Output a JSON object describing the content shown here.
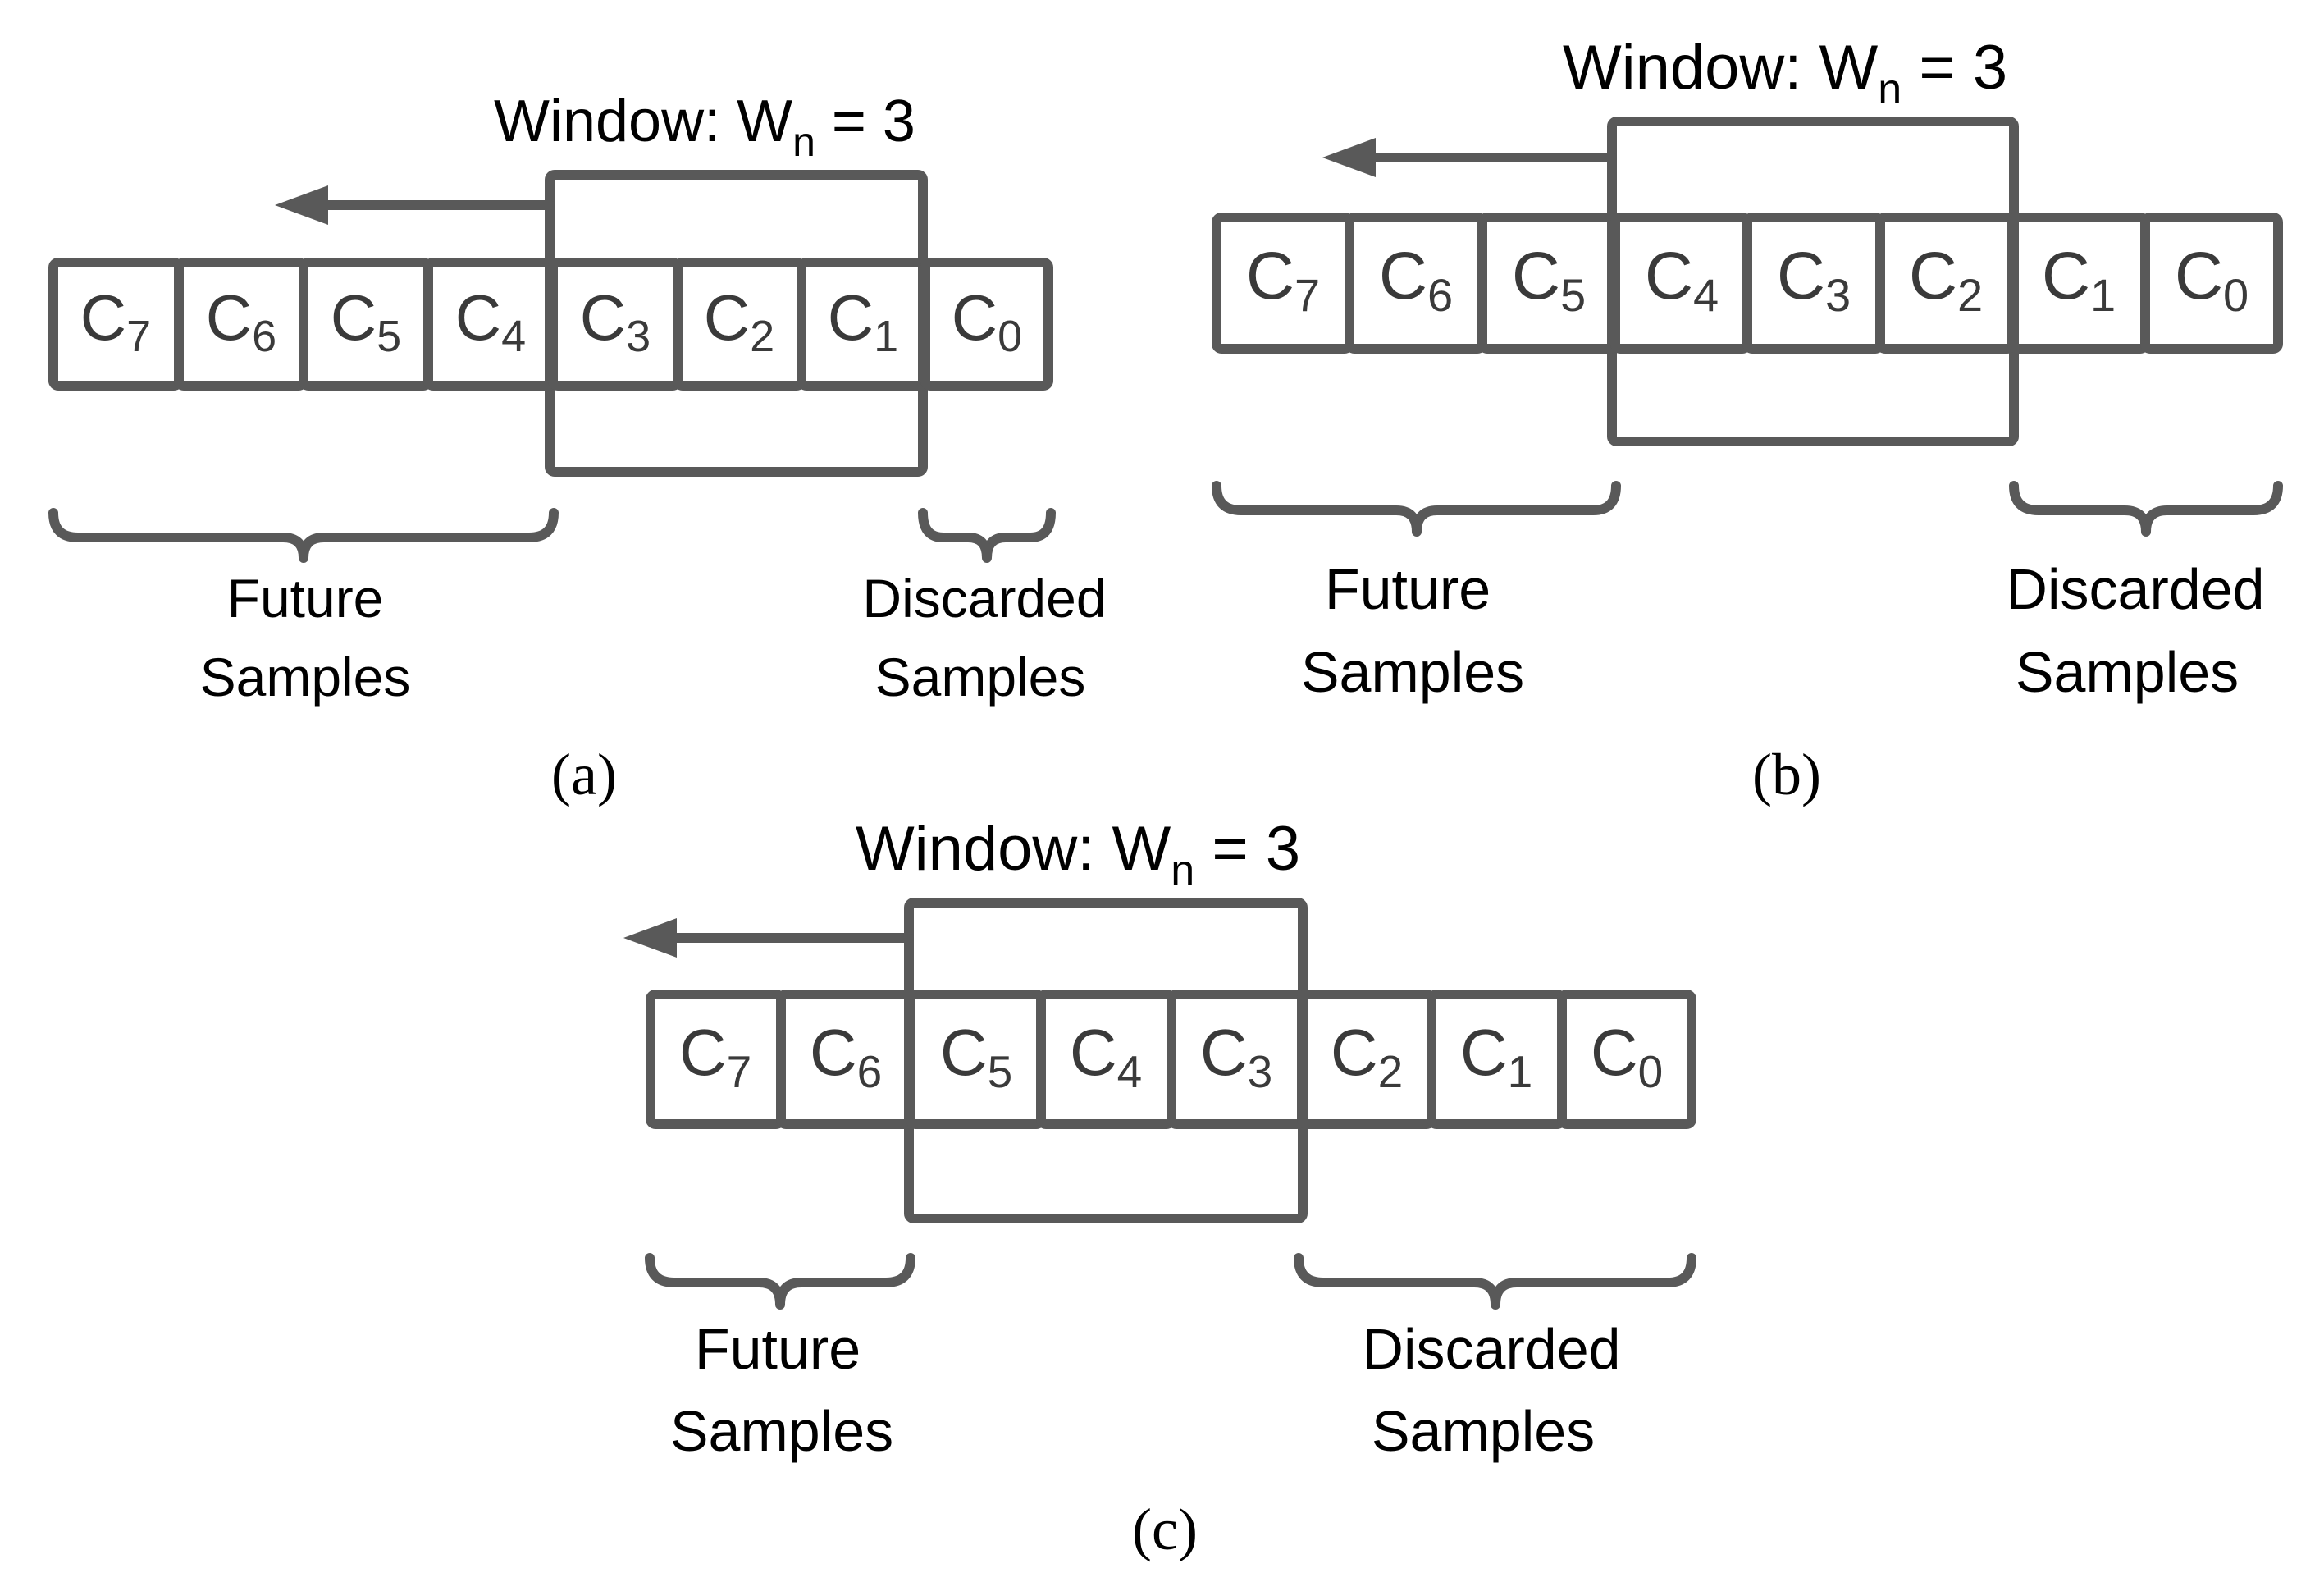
{
  "colors": {
    "stroke": "#595959",
    "text": "#000000",
    "cell_text": "#3a3a3a",
    "background": "#ffffff"
  },
  "panels": [
    {
      "id": "a",
      "caption": "(a)",
      "window_label": "Window: ",
      "window_symbol": "W",
      "window_subscript": "n",
      "window_value": " = 3",
      "window_size": 3,
      "window_cells": [
        "C3",
        "C2",
        "C1"
      ],
      "cells": [
        {
          "base": "C",
          "sub": "7"
        },
        {
          "base": "C",
          "sub": "6"
        },
        {
          "base": "C",
          "sub": "5"
        },
        {
          "base": "C",
          "sub": "4"
        },
        {
          "base": "C",
          "sub": "3"
        },
        {
          "base": "C",
          "sub": "2"
        },
        {
          "base": "C",
          "sub": "1"
        },
        {
          "base": "C",
          "sub": "0"
        }
      ],
      "future_label": [
        "Future",
        "Samples"
      ],
      "discarded_label": [
        "Discarded",
        "Samples"
      ]
    },
    {
      "id": "b",
      "caption": "(b)",
      "window_label": "Window: ",
      "window_symbol": "W",
      "window_subscript": "n",
      "window_value": " = 3",
      "window_size": 3,
      "window_cells": [
        "C4",
        "C3",
        "C2"
      ],
      "cells": [
        {
          "base": "C",
          "sub": "7"
        },
        {
          "base": "C",
          "sub": "6"
        },
        {
          "base": "C",
          "sub": "5"
        },
        {
          "base": "C",
          "sub": "4"
        },
        {
          "base": "C",
          "sub": "3"
        },
        {
          "base": "C",
          "sub": "2"
        },
        {
          "base": "C",
          "sub": "1"
        },
        {
          "base": "C",
          "sub": "0"
        }
      ],
      "future_label": [
        "Future",
        "Samples"
      ],
      "discarded_label": [
        "Discarded",
        "Samples"
      ]
    },
    {
      "id": "c",
      "caption": "(c)",
      "window_label": "Window: ",
      "window_symbol": "W",
      "window_subscript": "n",
      "window_value": " = 3",
      "window_size": 3,
      "window_cells": [
        "C5",
        "C4",
        "C3"
      ],
      "cells": [
        {
          "base": "C",
          "sub": "7"
        },
        {
          "base": "C",
          "sub": "6"
        },
        {
          "base": "C",
          "sub": "5"
        },
        {
          "base": "C",
          "sub": "4"
        },
        {
          "base": "C",
          "sub": "3"
        },
        {
          "base": "C",
          "sub": "2"
        },
        {
          "base": "C",
          "sub": "1"
        },
        {
          "base": "C",
          "sub": "0"
        }
      ],
      "future_label": [
        "Future",
        "Samples"
      ],
      "discarded_label": [
        "Discarded",
        "Samples"
      ]
    }
  ]
}
